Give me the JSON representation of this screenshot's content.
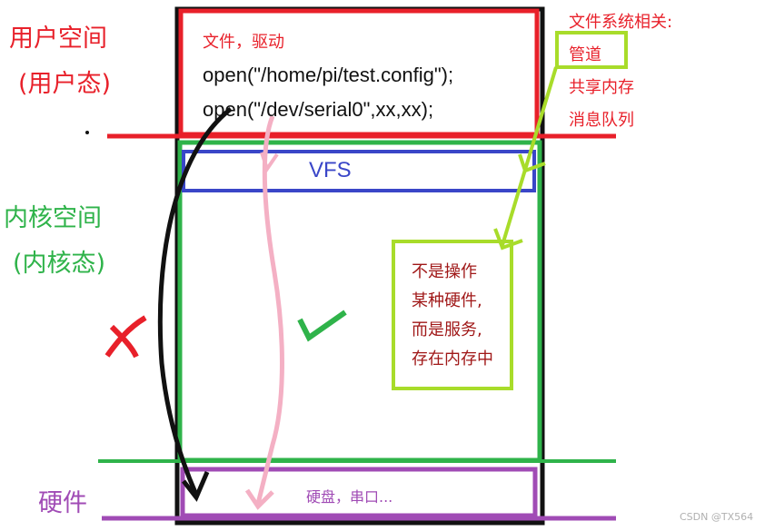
{
  "labels": {
    "user_space": "用户空间",
    "user_mode": "(用户态)",
    "kernel_space": "内核空间",
    "kernel_mode": "(内核态)",
    "hardware": "硬件"
  },
  "user_box": {
    "title": "文件，驱动",
    "line1": "open(\"/home/pi/test.config\");",
    "line2": "open(\"/dev/serial0\",xx,xx);"
  },
  "vfs": "VFS",
  "fs_related": {
    "title": "文件系统相关:",
    "items": [
      "管道",
      "共享内存",
      "消息队列"
    ]
  },
  "note_box": {
    "lines": [
      "不是操作",
      "某种硬件,",
      "而是服务,",
      "存在内存中"
    ]
  },
  "hardware_box": "硬盘，串口...",
  "marks": {
    "cross": "cross-mark",
    "check": "check-mark"
  },
  "watermark": "CSDN @TX564",
  "colors": {
    "user": "#e8202a",
    "kernel": "#2fb34a",
    "vfs": "#3a46c8",
    "hardware": "#a04bb5",
    "lime": "#a8dc2a",
    "note": "#a01818"
  }
}
